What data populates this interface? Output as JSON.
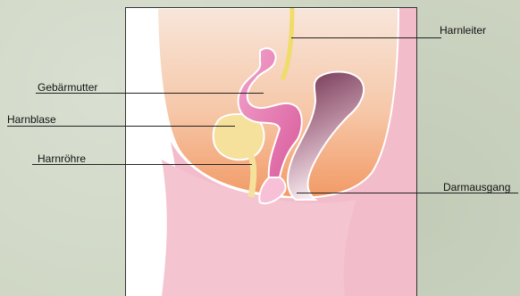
{
  "labels": {
    "harnleiter": "Harnleiter",
    "gebaermutter": "Gebärmutter",
    "harnblase": "Harnblase",
    "harnroehre": "Harnröhre",
    "darmausgang": "Darmausgang"
  },
  "colors": {
    "background": "#cdd5c2",
    "skin": "#f3bcc9",
    "organ_region_top": "#f6dfd0",
    "organ_region_bottom": "#f2a070",
    "uterus": "#e878b0",
    "bladder": "#f5e3a0",
    "ureter": "#f1df6a",
    "rectum": "#7b3a58"
  }
}
